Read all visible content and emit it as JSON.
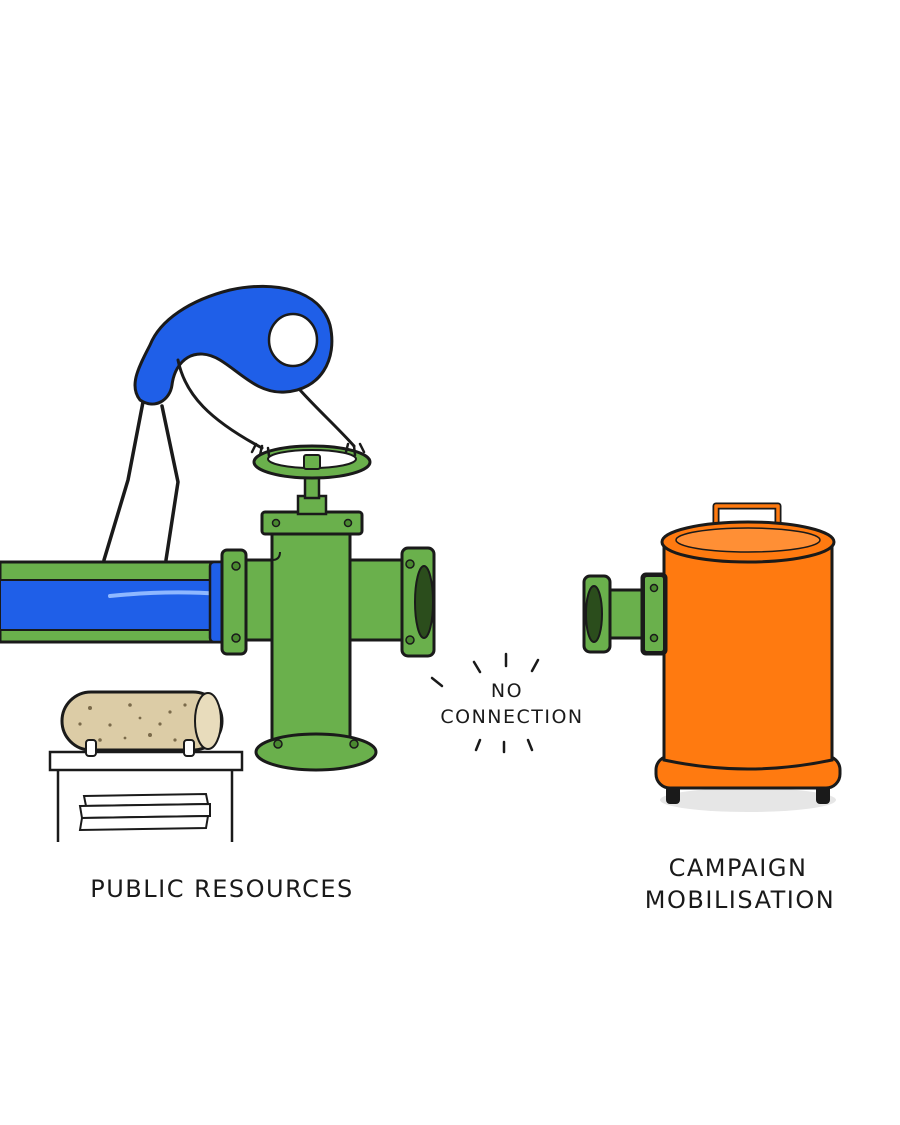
{
  "labels": {
    "left": "PUBLIC RESOURCES",
    "middle_line1": "NO",
    "middle_line2": "CONNECTION",
    "right_line1": "CAMPAIGN",
    "right_line2": "MOBILISATION"
  },
  "colors": {
    "ink": "#1a1a1a",
    "pipe_green": "#6ab04c",
    "figure_blue": "#1f5fe8",
    "tank_orange": "#ff7a10",
    "log_tan": "#dccca6"
  }
}
